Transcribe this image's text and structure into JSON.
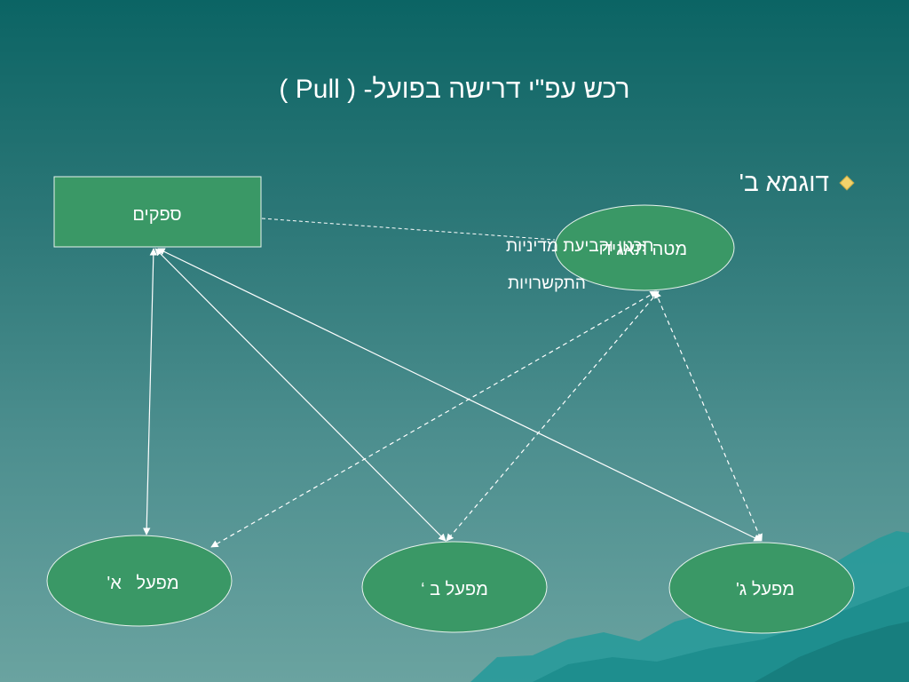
{
  "title": "רכש עפ\"י דרישה בפועל- ( Pull )",
  "bullet": {
    "text": "דוגמא ב'",
    "icon": "diamond-bullet-icon",
    "icon_color": "#f2d36b"
  },
  "diagram": {
    "nodes": {
      "suppliers": "ספקים",
      "hq": "מטה תאגיד",
      "plant_a": "מפעל   א'",
      "plant_b": "מפעל ב ‘",
      "plant_c": "מפעל ג'"
    },
    "edge_label_lines": [
      "תכנון וקביעת מדיניות",
      "התקשרויות"
    ]
  },
  "colors": {
    "node_fill": "#3a9866",
    "line": "#ffffff",
    "mountain": "#2aa0a0"
  }
}
